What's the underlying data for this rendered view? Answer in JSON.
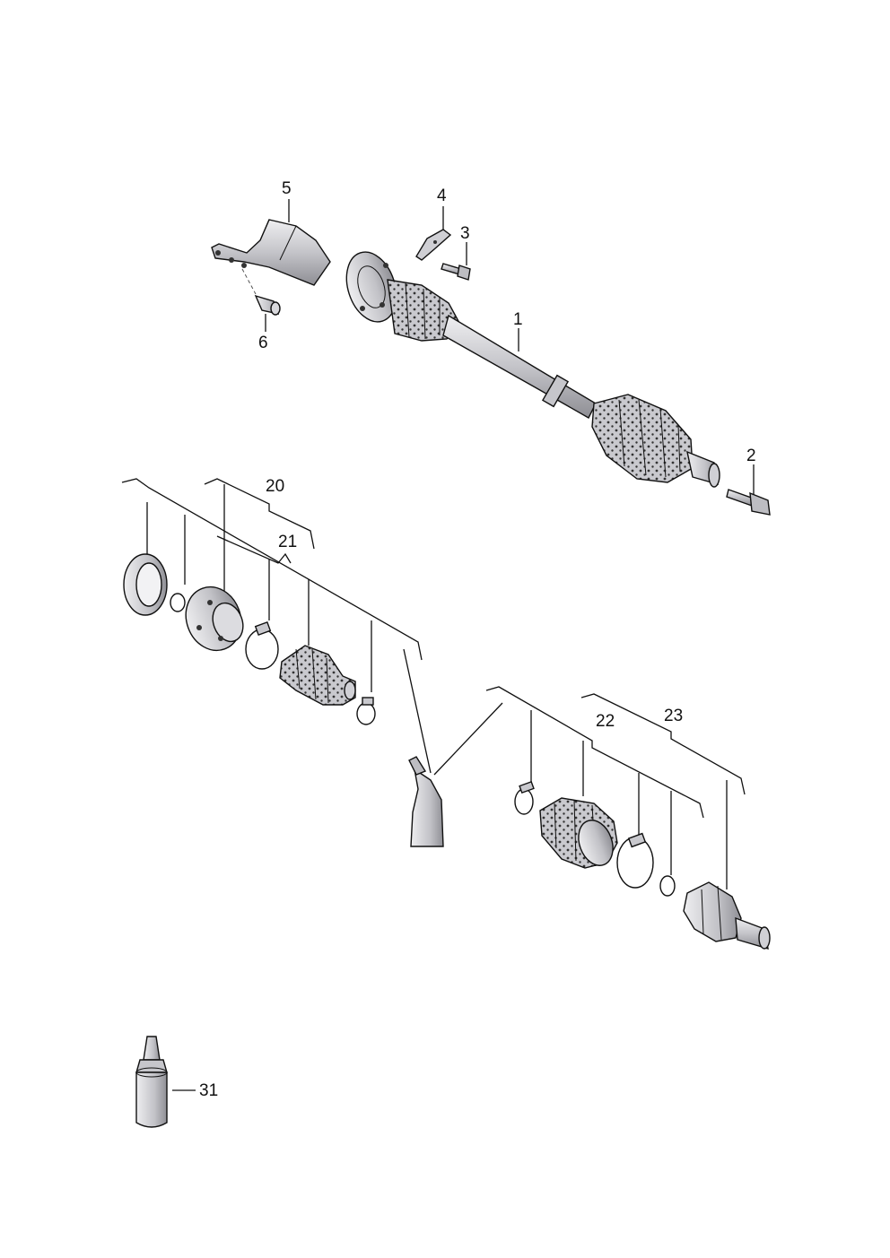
{
  "callouts": {
    "c1": "1",
    "c2": "2",
    "c3": "3",
    "c4": "4",
    "c5": "5",
    "c6": "6",
    "c20": "20",
    "c21": "21",
    "c22": "22",
    "c23": "23",
    "c31": "31"
  },
  "colors": {
    "part_fill": "#d6d6da",
    "part_shade": "#a9a9ae",
    "part_light": "#efeff1",
    "line": "#111111"
  }
}
